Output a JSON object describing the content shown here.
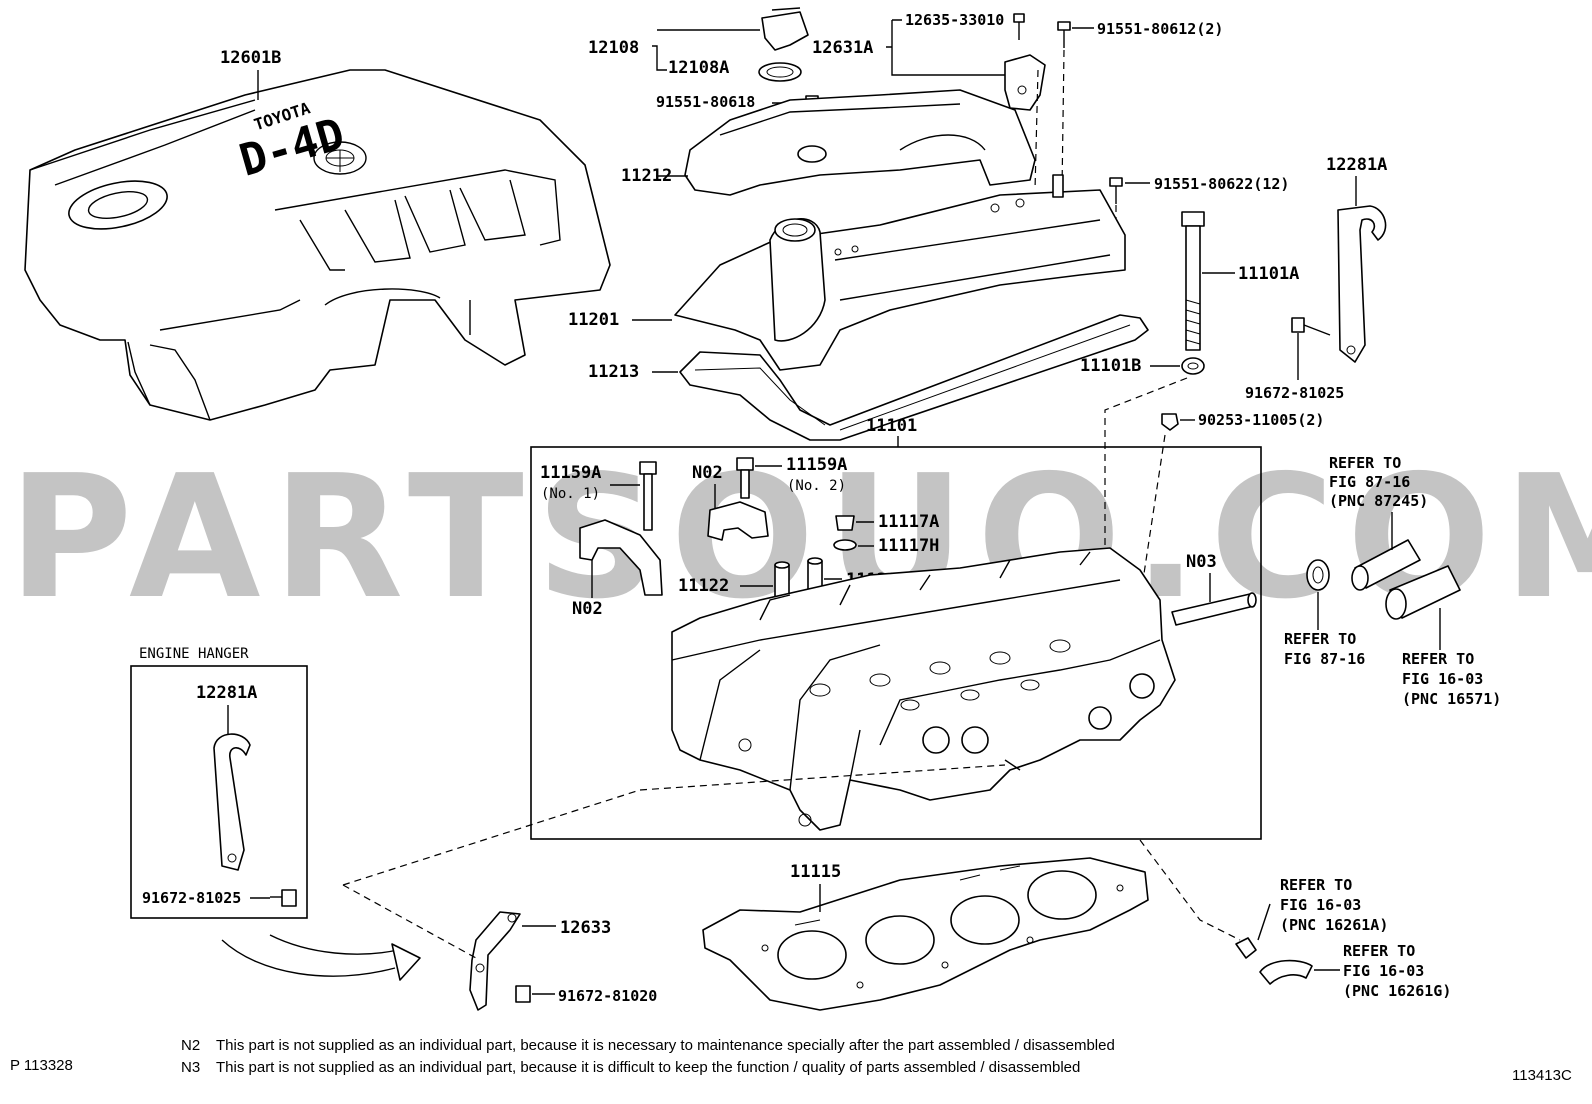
{
  "watermark": "PARTSOUQ.COM",
  "engine_hanger": {
    "title": "ENGINE HANGER",
    "part": "12281A",
    "bolt": "91672-81025"
  },
  "parts": {
    "cover": "12601B",
    "cover_badge_brand": "TOYOTA",
    "cover_badge_model": "D-4D",
    "cap": "12108",
    "cap_gasket": "12108A",
    "bracket_top": "12631A",
    "bracket_top_bolt": "12635-33010",
    "bracket_top_screw": "91551-80612(2)",
    "cover_screw": "91551-80618",
    "head_cover_upper": "11212",
    "head_cover_screw": "91551-80622(12)",
    "head_cover": "11201",
    "head_cover_gasket": "11213",
    "hanger_right": "12281A",
    "head_bolt": "11101A",
    "head_bolt_washer": "11101B",
    "hanger_right_bolt": "91672-81025",
    "plug": "90253-11005(2)",
    "head_assy": "11101",
    "head_gasket": "11115",
    "bracket_bottom": "12633",
    "bracket_bottom_bolt": "91672-81020"
  },
  "head_box": {
    "bolt_no1": "11159A",
    "bolt_no1_sub": "(No. 1)",
    "bolt_no2": "11159A",
    "bolt_no2_sub": "(No. 2)",
    "cap_n02_top": "N02",
    "cap_n02_left": "N02",
    "plug_a": "11117A",
    "plug_ring": "11117H",
    "guide_a": "11122",
    "guide_b": "11126",
    "pipe_n03": "N03"
  },
  "refs": {
    "r1": [
      "REFER TO",
      "FIG 87-16",
      "(PNC 87245)"
    ],
    "r2": [
      "REFER TO",
      "FIG 87-16"
    ],
    "r3": [
      "REFER TO",
      "FIG 16-03",
      "(PNC 16571)"
    ],
    "r4": [
      "REFER TO",
      "FIG 16-03",
      "(PNC 16261A)"
    ],
    "r5": [
      "REFER TO",
      "FIG 16-03",
      "(PNC 16261G)"
    ]
  },
  "footer": {
    "page_ref": "P 113328",
    "fig_ref": "113413C",
    "n2_code": "N2",
    "n2_text": "This part is not supplied as an individual part, because it is necessary to maintenance specially after the part assembled / disassembled",
    "n3_code": "N3",
    "n3_text": "This part is not supplied as an individual part, because it is difficult to keep the function / quality of parts  assembled / disassembled"
  }
}
